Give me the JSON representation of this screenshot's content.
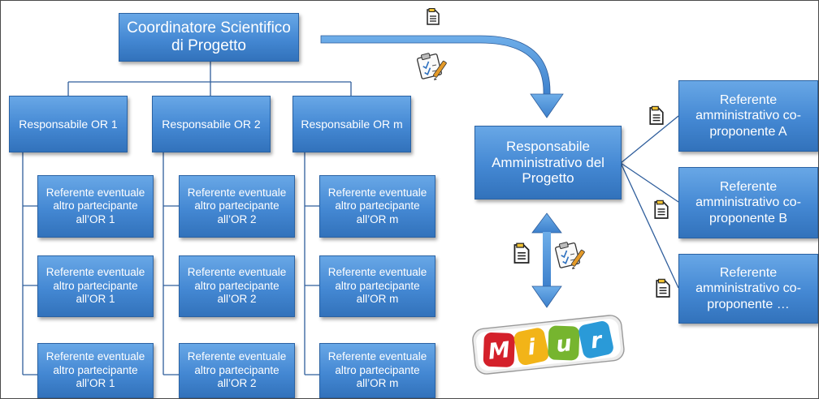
{
  "coordinator": {
    "label": "Coordinatore Scientifico\ndi Progetto"
  },
  "or_heads": [
    {
      "label": "Responsabile  OR 1"
    },
    {
      "label": "Responsabile  OR 2"
    },
    {
      "label": "Responsabile  OR m"
    }
  ],
  "referents": [
    [
      "Referente eventuale\naltro partecipante\nall’OR 1",
      "Referente eventuale\naltro partecipante\nall’OR 1",
      "Referente eventuale\naltro partecipante\nall’OR 1"
    ],
    [
      "Referente eventuale\naltro partecipante\nall’OR 2",
      "Referente eventuale\naltro partecipante\nall’OR 2",
      "Referente eventuale\naltro partecipante\nall’OR 2"
    ],
    [
      "Referente eventuale\naltro partecipante\nall’OR m",
      "Referente eventuale\naltro partecipante\nall’OR m",
      "Referente eventuale\naltro partecipante\nall’OR m"
    ]
  ],
  "admin": {
    "label": "Responsabile\nAmministrativo del\nProgetto"
  },
  "co_proponents": [
    {
      "label": "Referente\namministrativo co-\nproponente A"
    },
    {
      "label": "Referente\namministrativo co-\nproponente B"
    },
    {
      "label": "Referente\namministrativo co-\nproponente …"
    }
  ],
  "logo": {
    "letters": [
      "M",
      "i",
      "u",
      "r"
    ],
    "colors": [
      "#d4202a",
      "#f2b418",
      "#76b52f",
      "#2a9ad8"
    ]
  },
  "colors": {
    "box_fill": "#4a8fd6",
    "box_border": "#2a62a3",
    "connector": "#2f5e9c",
    "arrow": "#4a8fd6"
  },
  "icons": {
    "document": "document-icon",
    "clipboard": "clipboard-icon"
  }
}
